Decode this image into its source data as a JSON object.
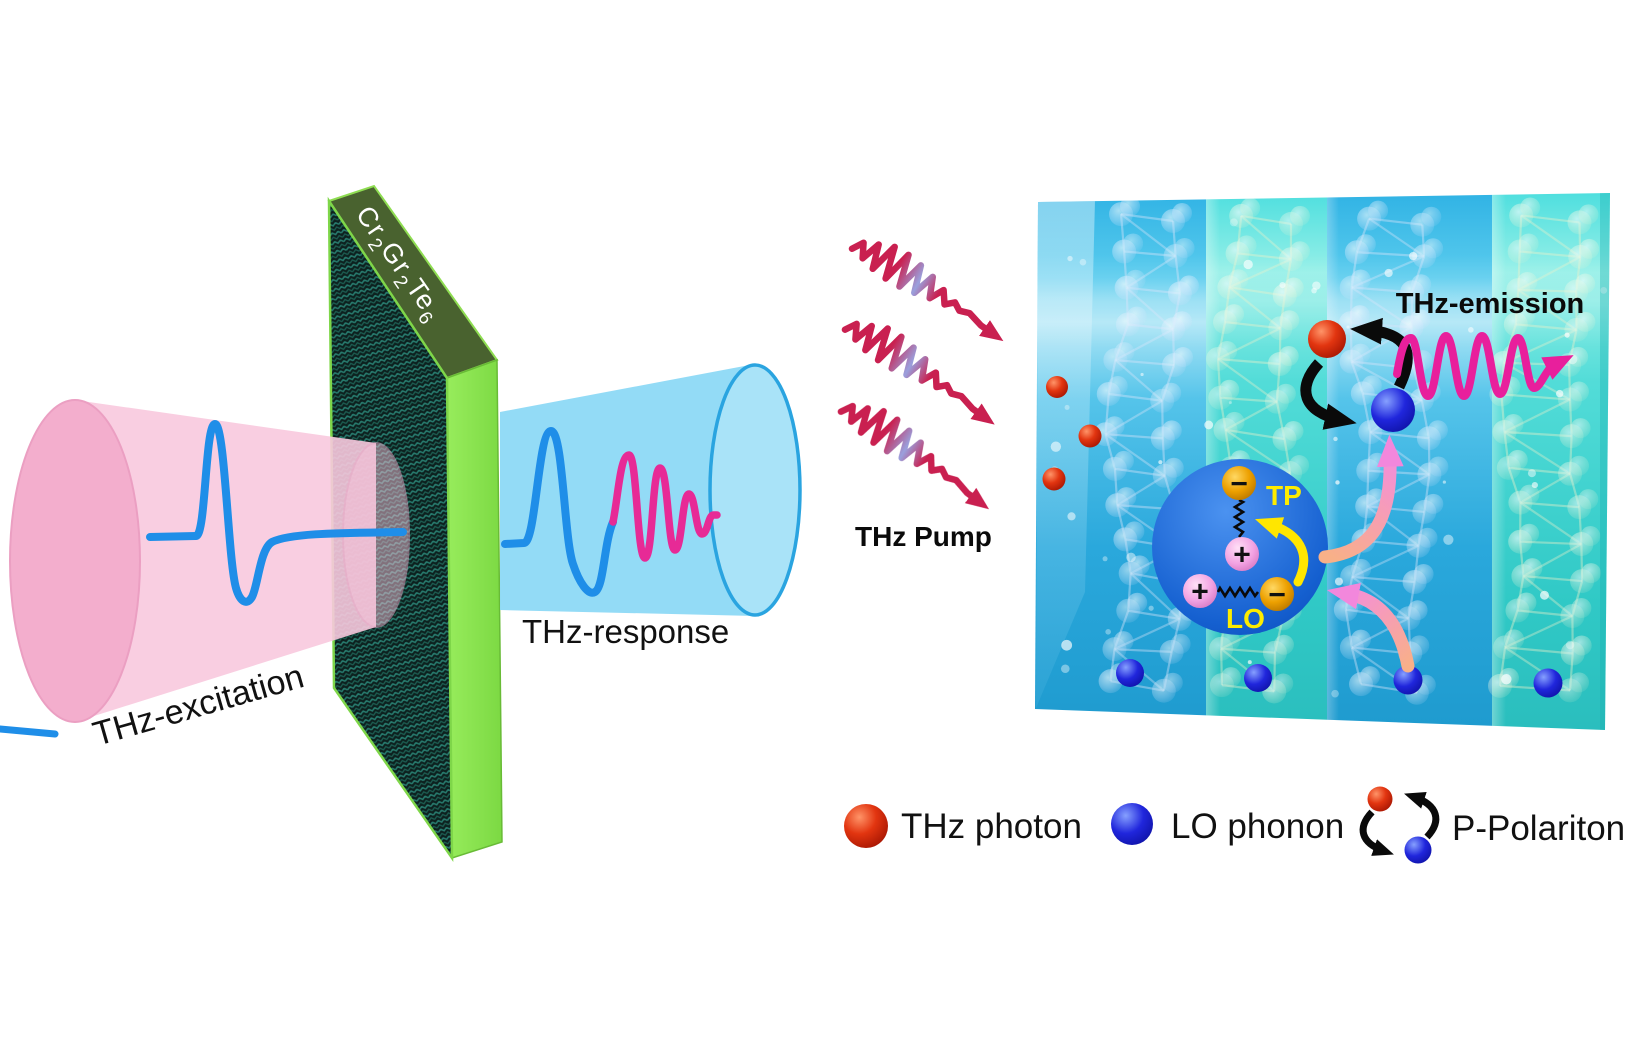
{
  "figure": {
    "left": {
      "excitation_label": "THz-excitation",
      "response_label": "THz-response",
      "sample_label_parts": [
        "Cr",
        "2",
        "Gr",
        "2",
        "Te",
        "6"
      ]
    },
    "right": {
      "pump_label": "THz Pump",
      "emission_label": "THz-emission",
      "inset": {
        "tp_label": "TP",
        "lo_label": "LO",
        "charge_top": "−",
        "charge_middle": "+",
        "charge_bottom_left": "+",
        "charge_bottom_right": "−"
      }
    },
    "legend": {
      "items": [
        {
          "icon": "red-sphere-icon",
          "label": "THz photon"
        },
        {
          "icon": "blue-sphere-icon",
          "label": "LO phonon"
        },
        {
          "icon": "polariton-pair-icon",
          "label": "P-Polariton"
        }
      ]
    },
    "colors": {
      "excitation_beam": "#f6c4da",
      "response_beam": "#8bd8f5",
      "waveform_blue": "#1f8ee8",
      "waveform_magenta": "#e72a96",
      "sample_side_green": "#8ee24f",
      "sample_top_green": "#49622f",
      "pump_arrow_red": "#c92050",
      "photon_red": "#d92c08",
      "phonon_blue": "#2026dc",
      "block_blue": "#2aa8dc",
      "block_cyan": "#3fd0d0",
      "inset_circle_blue": "#0f55c8",
      "spring_charge_orange": "#eda000",
      "spring_charge_pink": "#f2a2e2",
      "highlight_yellow": "#ffe600"
    }
  }
}
